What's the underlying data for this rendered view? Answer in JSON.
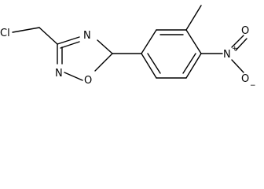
{
  "molecule": {
    "atoms": {
      "cl": "Cl",
      "n_ring_top": "N",
      "n_ring_left": "N",
      "o_ring": "O",
      "n_nitro": "N",
      "n_nitro_charge": "+",
      "o_nitro_top": "O",
      "o_nitro_bottom": "O",
      "o_nitro_bottom_charge": "−"
    },
    "colors": {
      "bond": "#000000",
      "label": "#000000",
      "background": "#ffffff"
    }
  }
}
